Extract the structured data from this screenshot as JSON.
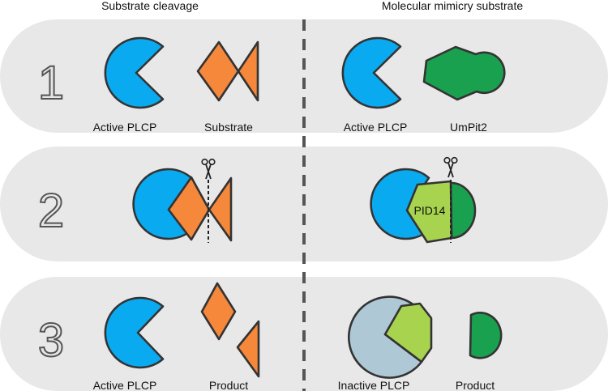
{
  "headers": {
    "left": "Substrate cleavage",
    "right": "Molecular mimicry substrate"
  },
  "rows": [
    {
      "number": "1",
      "labels": [
        "Active PLCP",
        "Substrate",
        "Active PLCP",
        "UmPit2"
      ]
    },
    {
      "number": "2",
      "inner_label": "PID14"
    },
    {
      "number": "3",
      "labels": [
        "Active PLCP",
        "Product",
        "Inactive PLCP",
        "Product"
      ]
    }
  ],
  "colors": {
    "active_plcp": "#0aaaf0",
    "inactive_plcp": "#afc8d6",
    "substrate": "#f5883a",
    "umpit2": "#1aa14f",
    "pid14": "#a8d34f",
    "band": "#e8e8e8",
    "divider": "#555555"
  },
  "icons": [
    "scissors-icon",
    "scissors-icon"
  ]
}
